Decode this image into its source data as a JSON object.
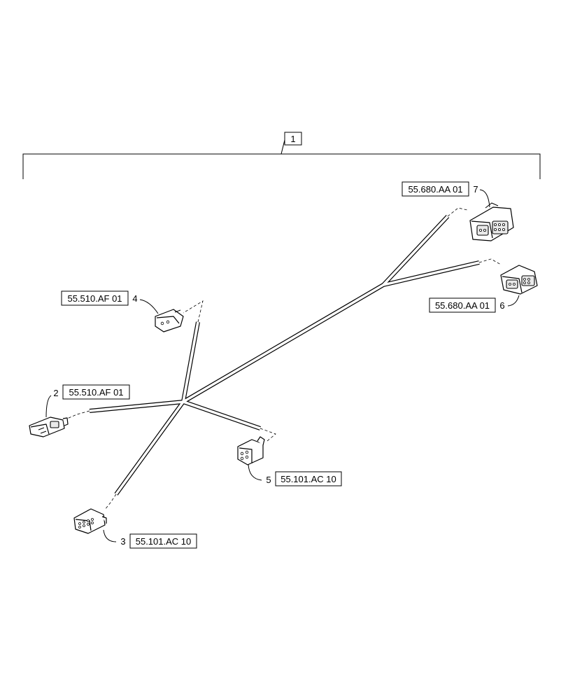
{
  "assembly": {
    "item_number": "1"
  },
  "callouts": [
    {
      "item": "2",
      "reference": "55.510.AF 01"
    },
    {
      "item": "3",
      "reference": "55.101.AC 10"
    },
    {
      "item": "4",
      "reference": "55.510.AF 01"
    },
    {
      "item": "5",
      "reference": "55.101.AC 10"
    },
    {
      "item": "6",
      "reference": "55.680.AA 01"
    },
    {
      "item": "7",
      "reference": "55.680.AA 01"
    }
  ]
}
